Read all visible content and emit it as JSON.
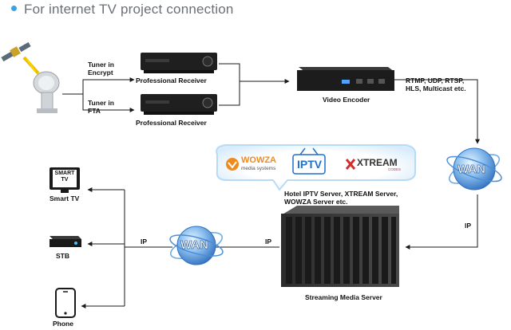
{
  "header": {
    "title": "For internet TV project connection"
  },
  "labels": {
    "tuner_encrypt": [
      "Tuner in",
      "Encrypt"
    ],
    "tuner_fta": [
      "Tuner in",
      "FTA"
    ],
    "receiver_top": "Professional Receiver",
    "receiver_bottom": "Professional Receiver",
    "encoder": "Video Encoder",
    "protocols": [
      "RTMP, UDP, RTSP,",
      "HLS, Multicast etc."
    ],
    "wan_right": "WAN",
    "wan_left": "WAN",
    "ip_right": "IP",
    "ip_middle": "IP",
    "ip_left": "IP",
    "servers": [
      "Hotel IPTV Server, XTREAM Server,",
      "WOWZA Server etc."
    ],
    "streaming_server": "Streaming Media Server",
    "smart_tv_screen": [
      "SMART",
      "TV"
    ],
    "smart_tv": "Smart TV",
    "stb": "STB",
    "phone": "Phone"
  },
  "logos": {
    "wowza": "WOWZA",
    "wowza_sub": "media systems",
    "iptv": "IPTV",
    "xtream": "XTREAM",
    "xtream_sub": "CODES"
  },
  "colors": {
    "accent": "#3aa2e4",
    "wan_globe": "#2f6fbf",
    "iptv_blue": "#1f6fd1",
    "wowza_orange": "#f08a1c",
    "xtream_red": "#d32f2f",
    "line": "#1a1a1a"
  }
}
